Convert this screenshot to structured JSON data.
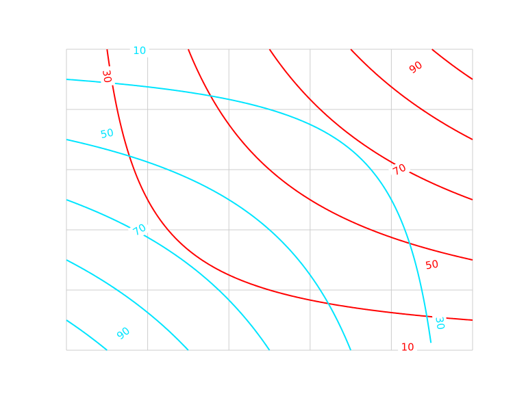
{
  "chart_data": {
    "type": "contour",
    "title": "",
    "xlabel": "",
    "ylabel": "",
    "xlim": [
      0,
      5
    ],
    "ylim": [
      0,
      5
    ],
    "grid": true,
    "axes_visible": false,
    "series": [
      {
        "name": "",
        "color": "#ff0000",
        "levels": [
          10,
          30,
          50,
          70,
          90
        ],
        "clabels": [
          {
            "level": 10,
            "text": "10",
            "x": 4.2,
            "y": 0.05,
            "angle": 0
          },
          {
            "level": 30,
            "text": "30",
            "x": 0.5,
            "y": 4.55,
            "angle": 82
          },
          {
            "level": 50,
            "text": "50",
            "x": 4.5,
            "y": 1.42,
            "angle": -10
          },
          {
            "level": 70,
            "text": "70",
            "x": 4.1,
            "y": 3.0,
            "angle": -28
          },
          {
            "level": 90,
            "text": "90",
            "x": 4.3,
            "y": 4.7,
            "angle": -35
          }
        ]
      },
      {
        "name": "",
        "color": "#00e5ff",
        "levels": [
          10,
          30,
          50,
          70,
          90
        ],
        "clabels": [
          {
            "level": 10,
            "text": "10",
            "x": 0.9,
            "y": 4.98,
            "angle": 0
          },
          {
            "level": 30,
            "text": "30",
            "x": 4.6,
            "y": 0.45,
            "angle": 82
          },
          {
            "level": 50,
            "text": "50",
            "x": 0.5,
            "y": 3.6,
            "angle": -12
          },
          {
            "level": 70,
            "text": "70",
            "x": 0.9,
            "y": 2.0,
            "angle": -32
          },
          {
            "level": 90,
            "text": "90",
            "x": 0.7,
            "y": 0.28,
            "angle": -38
          }
        ]
      }
    ]
  }
}
